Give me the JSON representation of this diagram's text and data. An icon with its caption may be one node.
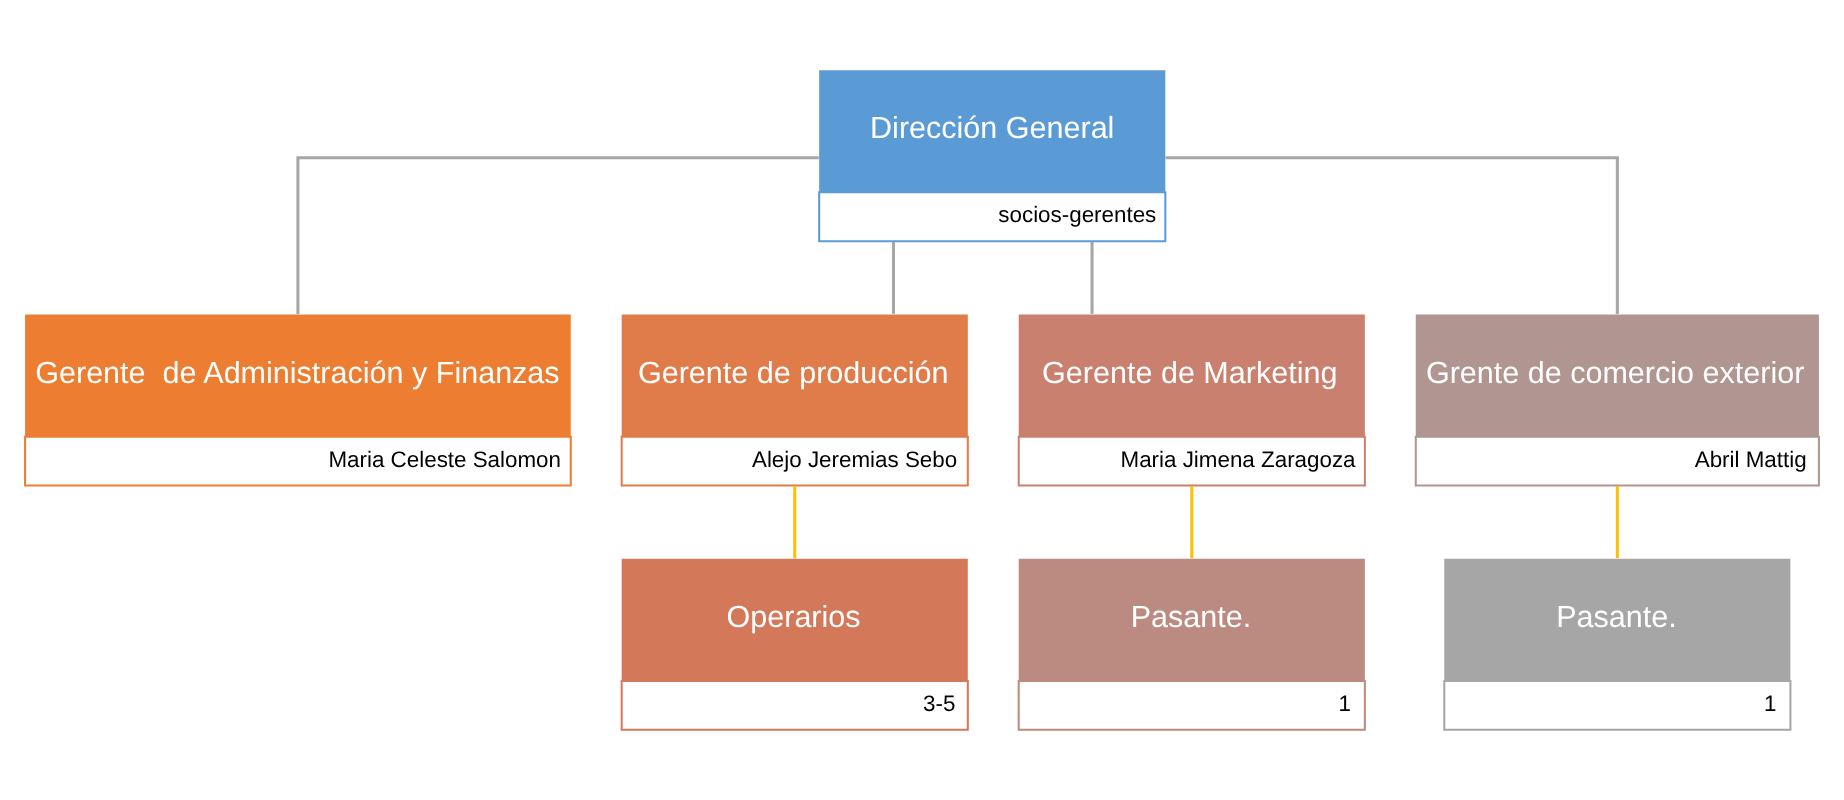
{
  "diagram": {
    "nodes": [
      {
        "text": [
          "Dirección General",
          "socios-gerentes"
        ]
      },
      {
        "text": [
          "Gerente  de Administración y Finanzas",
          "Maria Celeste Salomon"
        ]
      },
      {
        "text": [
          "Gerente de producción",
          "Alejo Jeremias Sebo"
        ]
      },
      {
        "text": [
          "Gerente de Marketing",
          "Maria Jimena Zaragoza"
        ]
      },
      {
        "text": [
          "Grente de comercio exterior",
          "Abril Mattig"
        ]
      },
      {
        "text": [
          "Operarios",
          "3-5"
        ]
      },
      {
        "text": [
          "Pasante.",
          "1"
        ]
      },
      {
        "text": [
          "Pasante.",
          "1"
        ]
      }
    ],
    "edges": [
      {
        "from": 0,
        "to": 1,
        "arrow": "none"
      },
      {
        "from": 0,
        "to": 2,
        "arrow": "none"
      },
      {
        "from": 0,
        "to": 3,
        "arrow": "none"
      },
      {
        "from": 0,
        "to": 4,
        "arrow": "none"
      },
      {
        "from": 2,
        "to": 5,
        "arrow": "none",
        "color": "#ffc000"
      },
      {
        "from": 3,
        "to": 6,
        "arrow": "none",
        "color": "#ffc000"
      },
      {
        "from": 4,
        "to": 7,
        "arrow": "none",
        "color": "#ffc000"
      }
    ]
  }
}
